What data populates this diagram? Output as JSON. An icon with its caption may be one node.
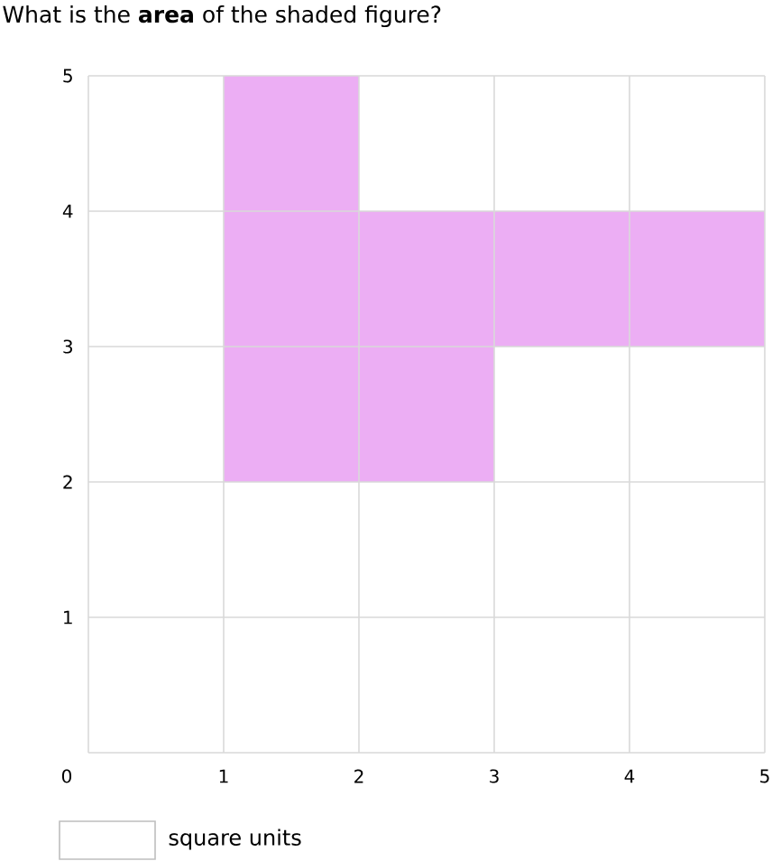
{
  "diagram": {
    "title": "What is the **area** of the shaded figure?",
    "labels": [
      "5",
      "4",
      "3",
      "2",
      "1",
      "0",
      "1",
      "2",
      "3",
      "4",
      "5",
      "square units"
    ]
  }
}
